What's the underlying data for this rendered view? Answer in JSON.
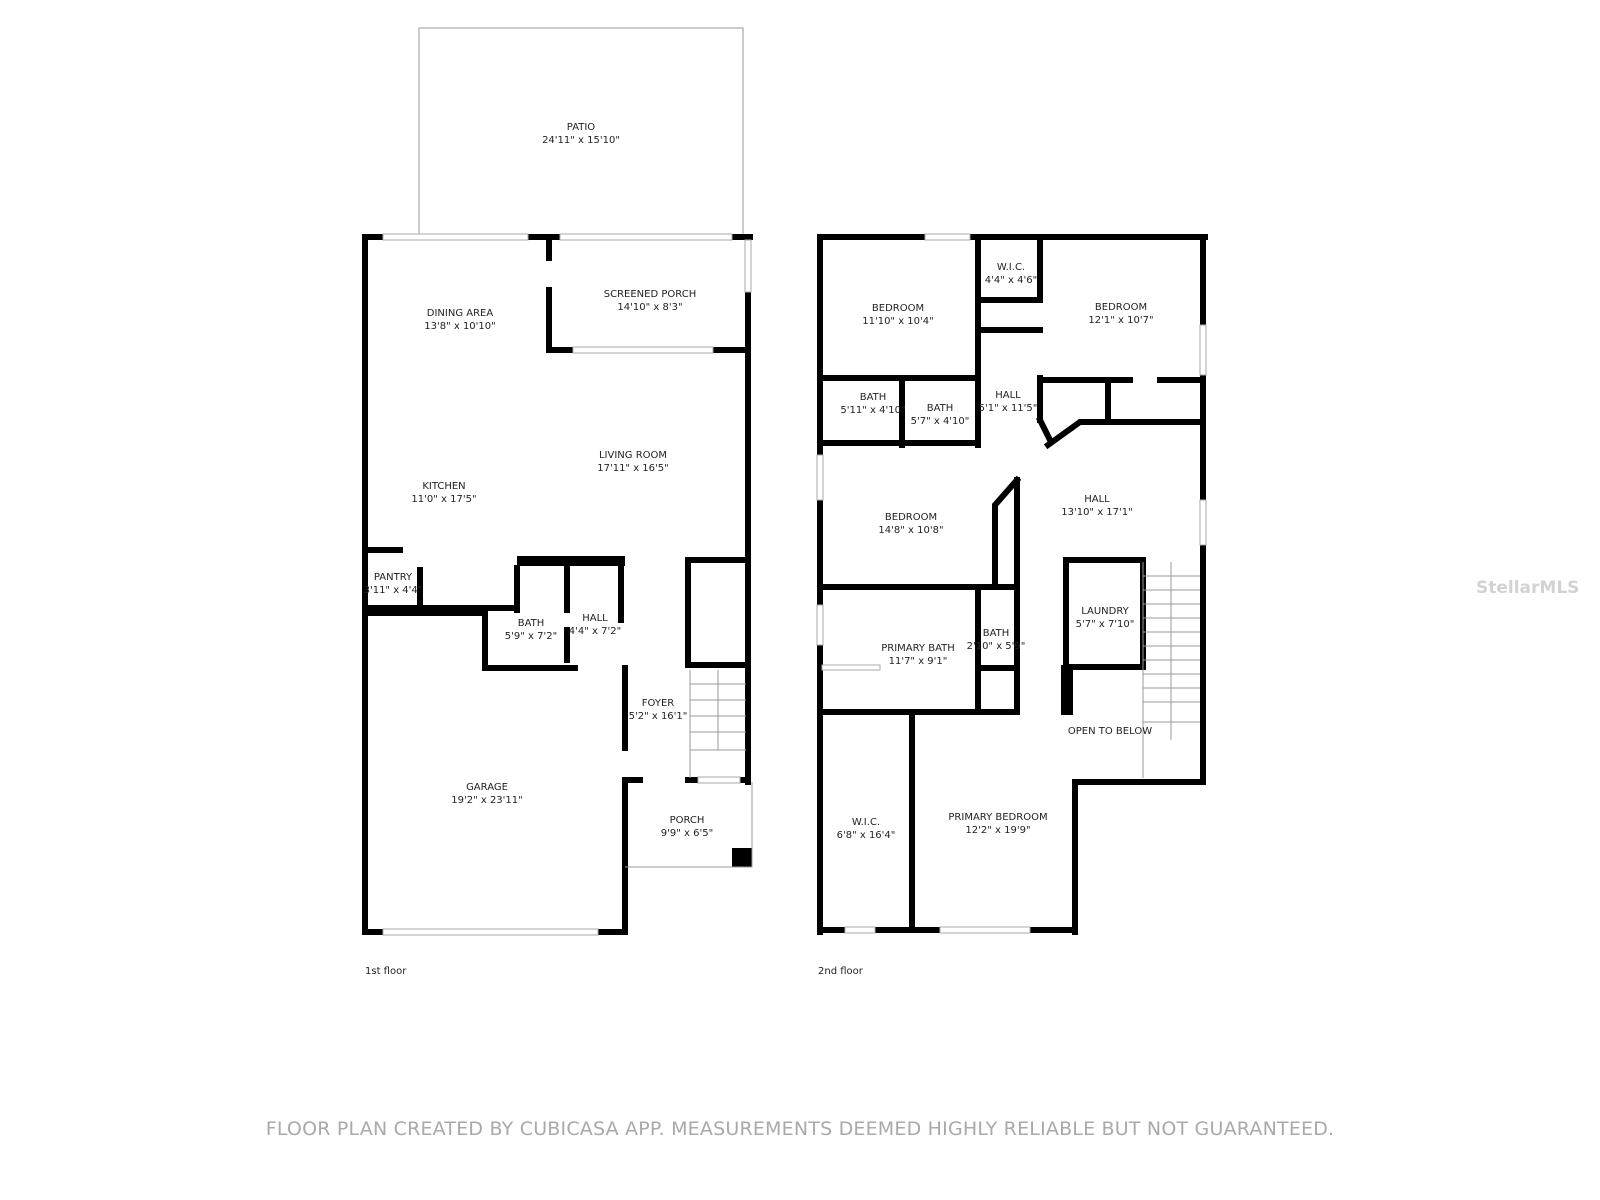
{
  "floors": [
    {
      "label": "1st floor",
      "rooms": [
        {
          "name": "PATIO",
          "size": "24'11\" x 15'10\""
        },
        {
          "name": "DINING AREA",
          "size": "13'8\" x 10'10\""
        },
        {
          "name": "SCREENED PORCH",
          "size": "14'10\" x 8'3\""
        },
        {
          "name": "LIVING ROOM",
          "size": "17'11\" x 16'5\""
        },
        {
          "name": "KITCHEN",
          "size": "11'0\" x 17'5\""
        },
        {
          "name": "PANTRY",
          "size": "3'11\" x 4'4\""
        },
        {
          "name": "BATH",
          "size": "5'9\" x 7'2\""
        },
        {
          "name": "HALL",
          "size": "4'4\" x 7'2\""
        },
        {
          "name": "FOYER",
          "size": "5'2\" x 16'1\""
        },
        {
          "name": "GARAGE",
          "size": "19'2\" x 23'11\""
        },
        {
          "name": "PORCH",
          "size": "9'9\" x 6'5\""
        }
      ]
    },
    {
      "label": "2nd floor",
      "rooms": [
        {
          "name": "BEDROOM",
          "size": "11'10\" x 10'4\""
        },
        {
          "name": "W.I.C.",
          "size": "4'4\" x 4'6\""
        },
        {
          "name": "BEDROOM",
          "size": "12'1\" x 10'7\""
        },
        {
          "name": "BATH",
          "size": "5'11\" x 4'10\""
        },
        {
          "name": "BATH",
          "size": "5'7\" x 4'10\""
        },
        {
          "name": "HALL",
          "size": "5'1\" x 11'5\""
        },
        {
          "name": "BEDROOM",
          "size": "14'8\" x 10'8\""
        },
        {
          "name": "HALL",
          "size": "13'10\" x 17'1\""
        },
        {
          "name": "LAUNDRY",
          "size": "5'7\" x 7'10\""
        },
        {
          "name": "PRIMARY BATH",
          "size": "11'7\" x 9'1\""
        },
        {
          "name": "BATH",
          "size": "2'10\" x 5'9\""
        },
        {
          "name": "OPEN TO BELOW",
          "size": ""
        },
        {
          "name": "W.I.C.",
          "size": "6'8\" x 16'4\""
        },
        {
          "name": "PRIMARY BEDROOM",
          "size": "12'2\" x 19'9\""
        }
      ]
    }
  ],
  "disclaimer": "FLOOR PLAN CREATED BY CUBICASA APP. MEASUREMENTS DEEMED HIGHLY RELIABLE BUT NOT GUARANTEED.",
  "watermark": "StellarMLS"
}
